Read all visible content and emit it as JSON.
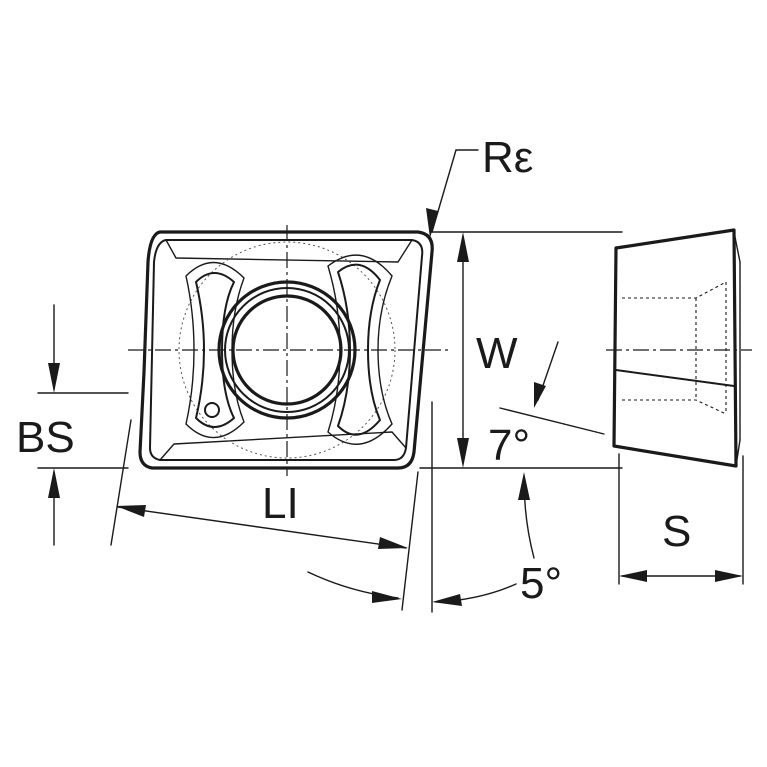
{
  "labels": {
    "corner_radius": "Rε",
    "width": "W",
    "clearance_angle": "7°",
    "bs": "BS",
    "length": "LI",
    "angle_5": "5°",
    "thickness": "S"
  }
}
